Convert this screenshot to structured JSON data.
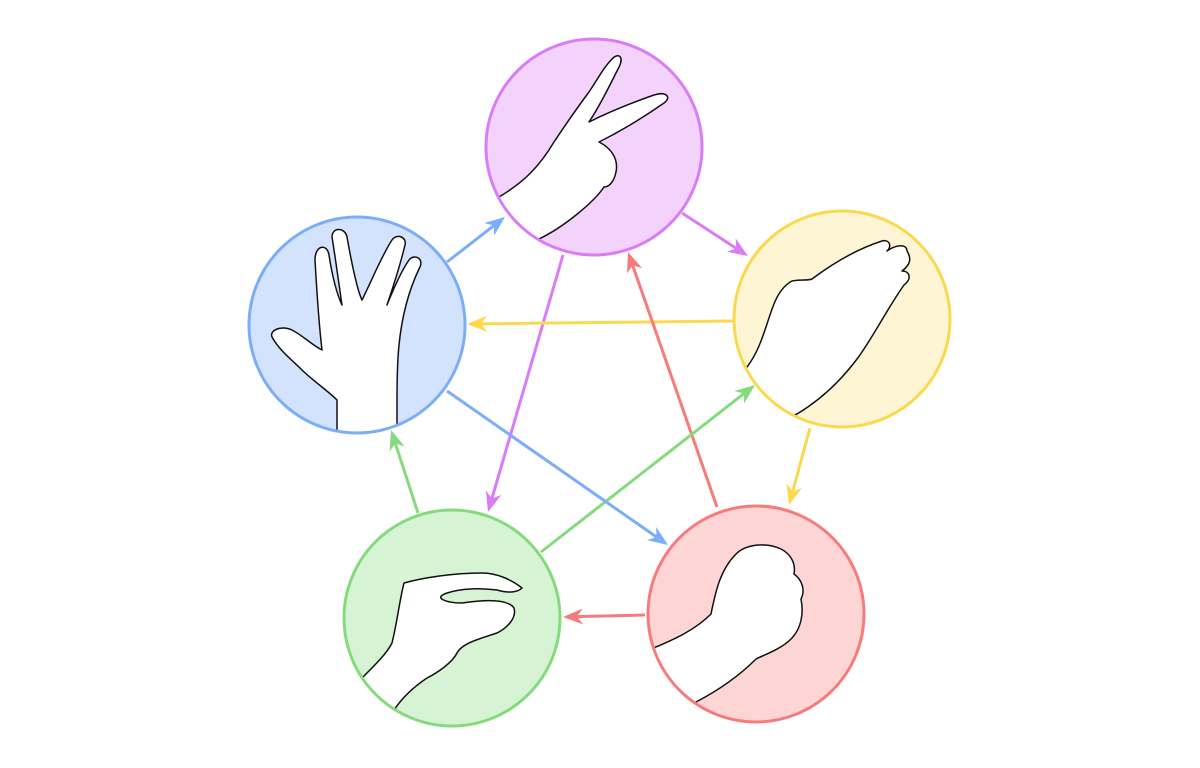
{
  "diagram": {
    "nodes": [
      {
        "id": "scissors",
        "icon": "scissors-hand-icon",
        "stroke": "#d97cf7",
        "fill": "#f3d3fc"
      },
      {
        "id": "paper",
        "icon": "paper-hand-icon",
        "stroke": "#fcd94c",
        "fill": "#fdf5d4"
      },
      {
        "id": "rock",
        "icon": "rock-fist-icon",
        "stroke": "#f77b7b",
        "fill": "#fdd5d5"
      },
      {
        "id": "lizard",
        "icon": "lizard-hand-icon",
        "stroke": "#85da7d",
        "fill": "#d6f3d3"
      },
      {
        "id": "spock",
        "icon": "spock-hand-icon",
        "stroke": "#7cadf7",
        "fill": "#d4e3fd"
      }
    ],
    "edges": [
      {
        "from": "scissors",
        "to": "paper"
      },
      {
        "from": "scissors",
        "to": "lizard"
      },
      {
        "from": "paper",
        "to": "spock"
      },
      {
        "from": "paper",
        "to": "rock"
      },
      {
        "from": "rock",
        "to": "scissors"
      },
      {
        "from": "rock",
        "to": "lizard"
      },
      {
        "from": "lizard",
        "to": "spock"
      },
      {
        "from": "lizard",
        "to": "paper"
      },
      {
        "from": "spock",
        "to": "scissors"
      },
      {
        "from": "spock",
        "to": "rock"
      }
    ]
  }
}
